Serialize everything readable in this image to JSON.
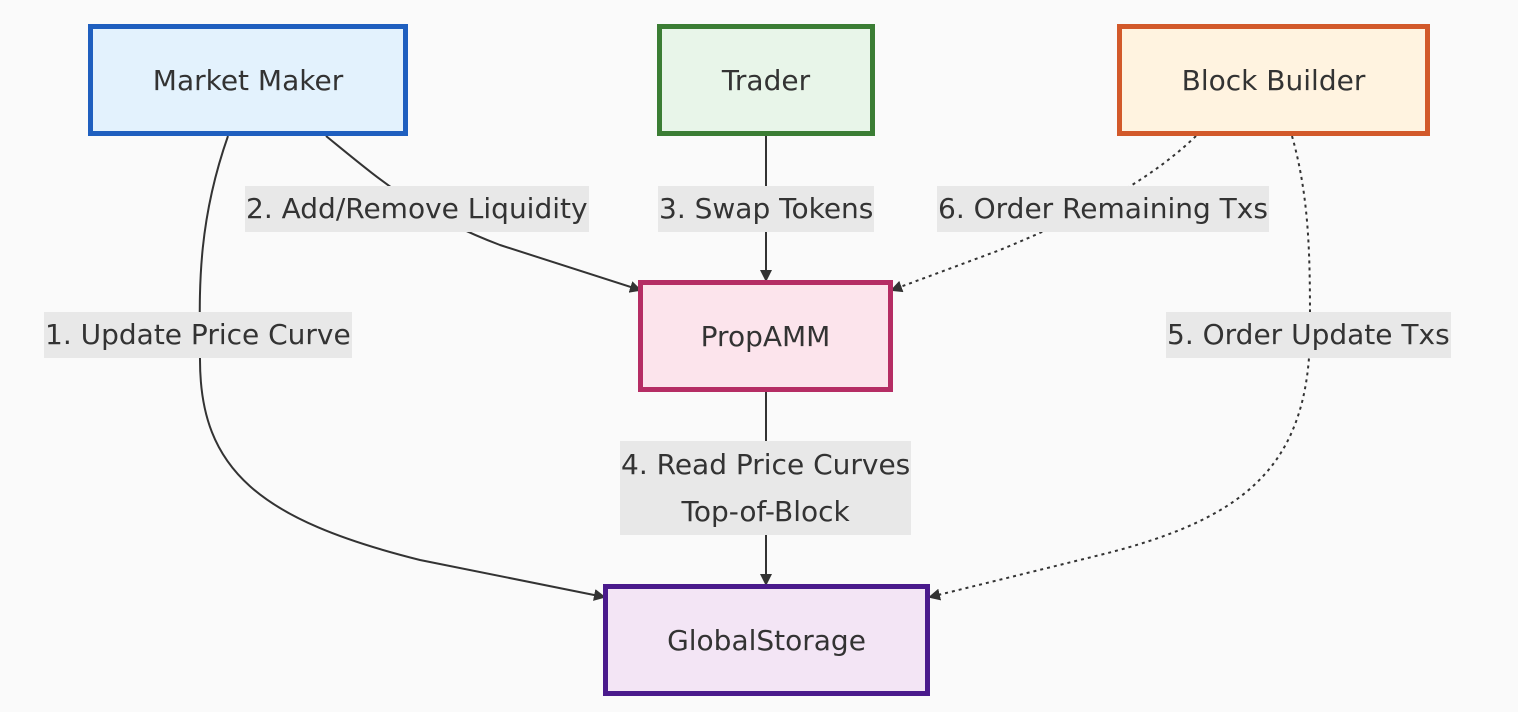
{
  "nodes": {
    "market_maker": {
      "label": "Market Maker",
      "fill": "#e3f2fd",
      "stroke": "#1f5fbf"
    },
    "trader": {
      "label": "Trader",
      "fill": "#e8f5e9",
      "stroke": "#3b7d34"
    },
    "block_builder": {
      "label": "Block Builder",
      "fill": "#fff3e0",
      "stroke": "#d2592a"
    },
    "prop_amm": {
      "label": "PropAMM",
      "fill": "#fce4ec",
      "stroke": "#b52d64"
    },
    "global_storage": {
      "label": "GlobalStorage",
      "fill": "#f3e5f5",
      "stroke": "#4a1a8c"
    }
  },
  "edges": {
    "update_price_curve": {
      "label": "1. Update Price Curve",
      "style": "solid"
    },
    "add_remove_liquidity": {
      "label": "2. Add/Remove Liquidity",
      "style": "solid"
    },
    "swap_tokens": {
      "label": "3. Swap Tokens",
      "style": "solid"
    },
    "read_price_curves": {
      "line1": "4. Read Price Curves",
      "line2": "Top-of-Block",
      "style": "solid"
    },
    "order_update_txs": {
      "label": "5. Order Update Txs",
      "style": "dotted"
    },
    "order_remaining_txs": {
      "label": "6. Order Remaining Txs",
      "style": "dotted"
    }
  },
  "colors": {
    "background": "#fafafa",
    "edge": "#333333",
    "label_background": "#e8e8e8"
  }
}
